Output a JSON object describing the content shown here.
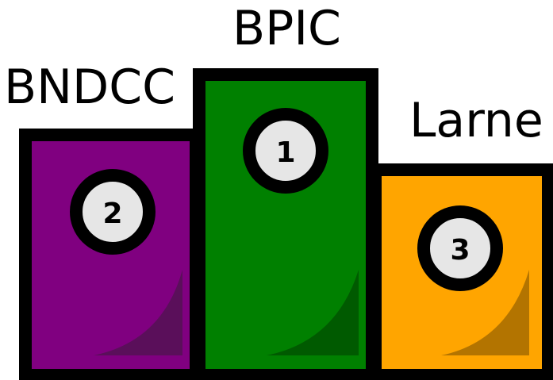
{
  "podium": {
    "first": {
      "name": "BPIC",
      "rank": "1",
      "color": "#008000"
    },
    "second": {
      "name": "BNDCC",
      "rank": "2",
      "color": "#800080"
    },
    "third": {
      "name": "Larne",
      "rank": "3",
      "color": "#ffa500"
    }
  },
  "colors": {
    "outline": "#000000",
    "badge_fill": "#e6e6e6",
    "background": "#ffffff"
  }
}
